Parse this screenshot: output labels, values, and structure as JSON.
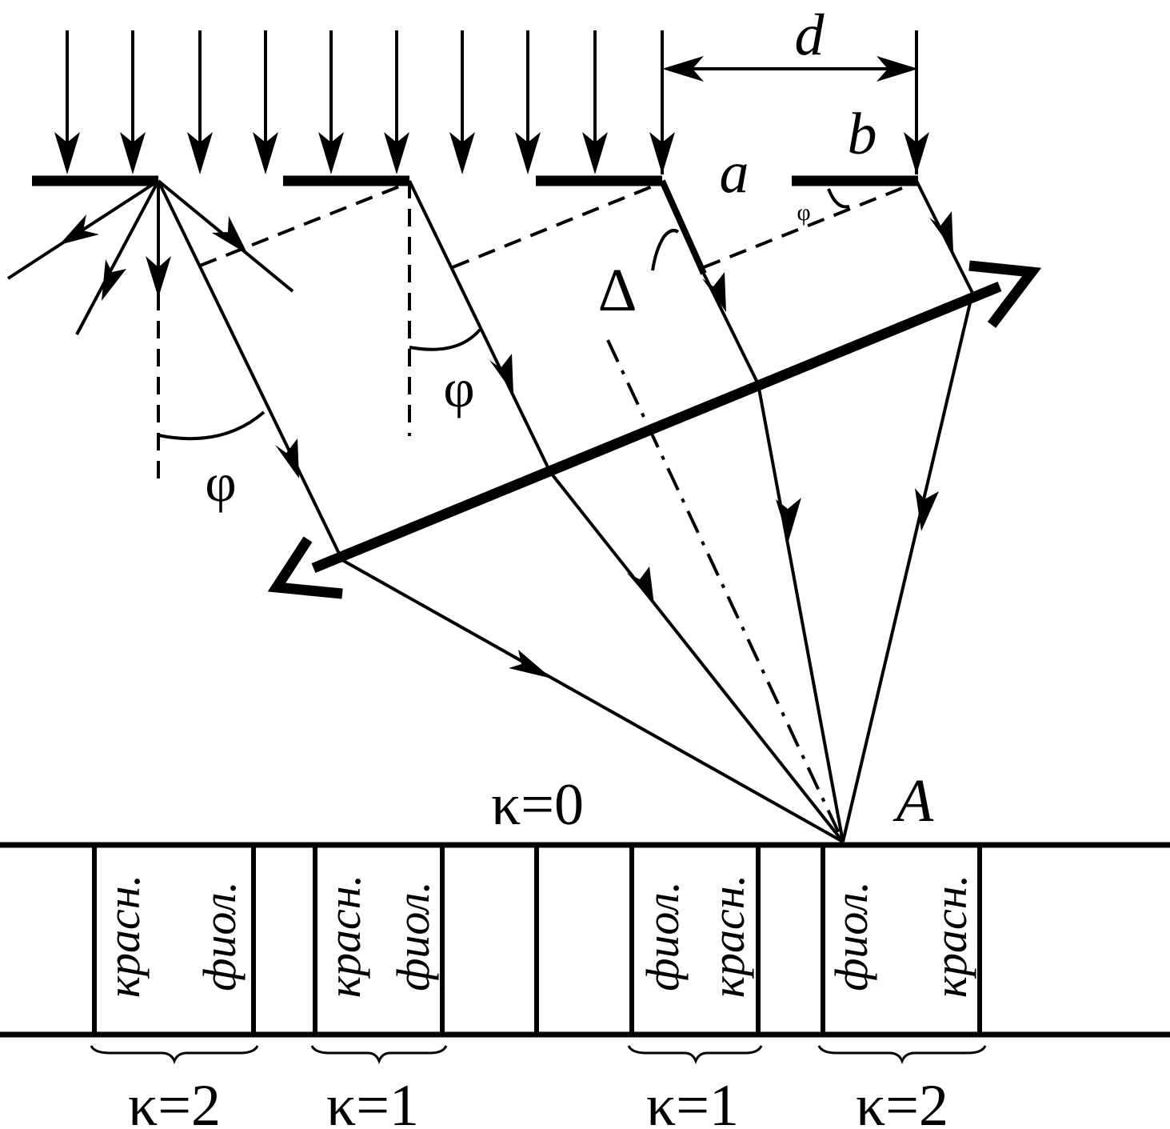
{
  "labels": {
    "d": "d",
    "a": "a",
    "b": "b",
    "delta": "Δ",
    "phi": "φ",
    "point_A": "A",
    "k0": "κ=0",
    "k1": "κ=1",
    "k2": "κ=2",
    "red": "красн.",
    "violet": "фиол."
  },
  "colors": {
    "ink": "#000000",
    "background": "#ffffff"
  }
}
